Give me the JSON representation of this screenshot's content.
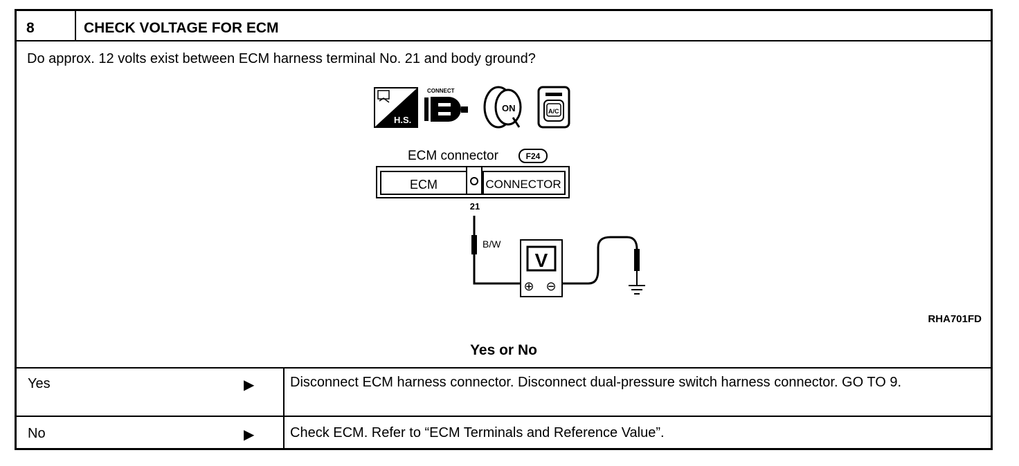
{
  "step": {
    "number": "8",
    "title": "CHECK VOLTAGE FOR ECM"
  },
  "question": "Do approx. 12 volts exist between ECM harness terminal No. 21 and body ground?",
  "diagram": {
    "icons": [
      {
        "name": "hood-switch-icon",
        "label": "H.S."
      },
      {
        "name": "connect-icon",
        "label": "CONNECT"
      },
      {
        "name": "ignition-on-icon",
        "label": "ON"
      },
      {
        "name": "ac-switch-icon",
        "label": "A/C"
      }
    ],
    "connector_title": "ECM  connector",
    "connector_code": "F24",
    "ecm_label": "ECM",
    "connector_label": "CONNECTOR",
    "terminal": "21",
    "wire_color": "B/W",
    "meter_label": "V",
    "plus_symbol": "⊕",
    "minus_symbol": "⊖",
    "figure_code": "RHA701FD"
  },
  "answer_prompt": "Yes or No",
  "rows": [
    {
      "label": "Yes",
      "arrow": "▶",
      "text": "Disconnect ECM harness connector. Disconnect dual-pressure switch harness connector. GO TO 9."
    },
    {
      "label": "No",
      "arrow": "▶",
      "text": "Check ECM. Refer to “ECM Terminals and Reference Value”."
    }
  ]
}
